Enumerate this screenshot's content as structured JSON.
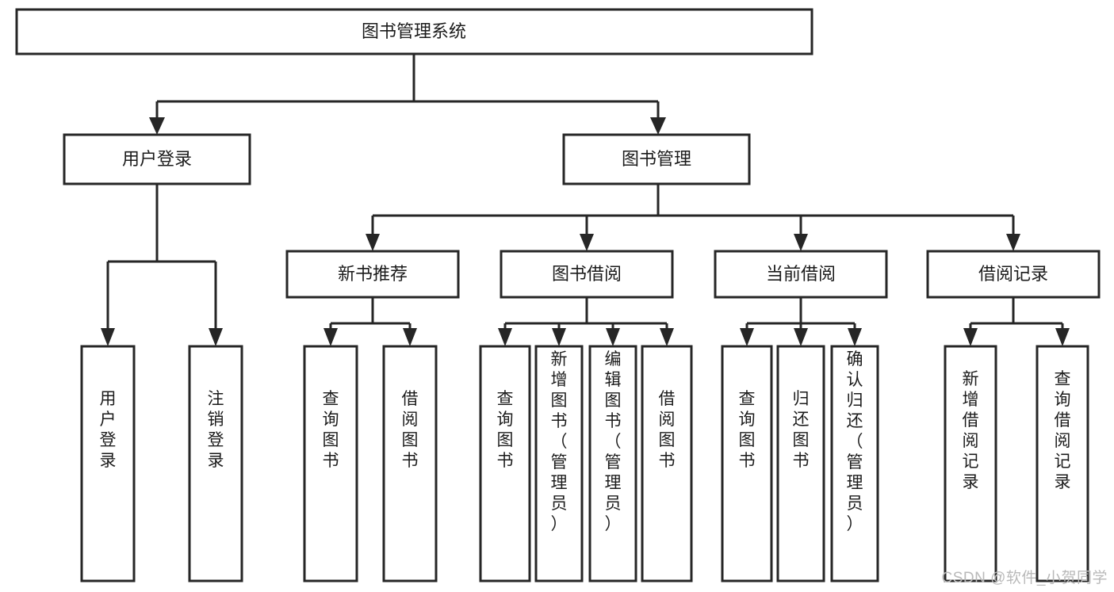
{
  "diagram": {
    "title": "图书管理系统",
    "type": "tree",
    "watermark": "CSDN @软件_小贺同学",
    "colors": {
      "stroke": "#262626",
      "fill": "#ffffff",
      "text": "#1b1b1b",
      "watermark": "#b9b9b9"
    },
    "root": {
      "id": "root",
      "label": "图书管理系统",
      "orientation": "horizontal"
    },
    "level2": [
      {
        "id": "user-login",
        "label": "用户登录",
        "orientation": "horizontal"
      },
      {
        "id": "book-management",
        "label": "图书管理",
        "orientation": "horizontal"
      }
    ],
    "level3": [
      {
        "id": "new-book-recommend",
        "label": "新书推荐",
        "orientation": "horizontal",
        "parent": "book-management"
      },
      {
        "id": "book-borrow",
        "label": "图书借阅",
        "orientation": "horizontal",
        "parent": "book-management"
      },
      {
        "id": "current-borrow",
        "label": "当前借阅",
        "orientation": "horizontal",
        "parent": "book-management"
      },
      {
        "id": "borrow-record",
        "label": "借阅记录",
        "orientation": "horizontal",
        "parent": "book-management"
      }
    ],
    "leaves": [
      {
        "id": "leaf-user-login",
        "label": "用户登录",
        "orientation": "vertical",
        "parent": "user-login"
      },
      {
        "id": "leaf-logout-login",
        "label": "注销登录",
        "orientation": "vertical",
        "parent": "user-login"
      },
      {
        "id": "leaf-query-book-1",
        "label": "查询图书",
        "orientation": "vertical",
        "parent": "new-book-recommend"
      },
      {
        "id": "leaf-borrow-book-1",
        "label": "借阅图书",
        "orientation": "vertical",
        "parent": "new-book-recommend"
      },
      {
        "id": "leaf-query-book-2",
        "label": "查询图书",
        "orientation": "vertical",
        "parent": "book-borrow"
      },
      {
        "id": "leaf-add-book",
        "label": "新增图书（管理员）",
        "orientation": "vertical",
        "parent": "book-borrow"
      },
      {
        "id": "leaf-edit-book",
        "label": "编辑图书（管理员）",
        "orientation": "vertical",
        "parent": "book-borrow"
      },
      {
        "id": "leaf-borrow-book-2",
        "label": "借阅图书",
        "orientation": "vertical",
        "parent": "book-borrow"
      },
      {
        "id": "leaf-query-book-3",
        "label": "查询图书",
        "orientation": "vertical",
        "parent": "current-borrow"
      },
      {
        "id": "leaf-return-book",
        "label": "归还图书",
        "orientation": "vertical",
        "parent": "current-borrow"
      },
      {
        "id": "leaf-confirm-return",
        "label": "确认归还（管理员）",
        "orientation": "vertical",
        "parent": "current-borrow"
      },
      {
        "id": "leaf-add-record",
        "label": "新增借阅记录",
        "orientation": "vertical",
        "parent": "borrow-record"
      },
      {
        "id": "leaf-query-record",
        "label": "查询借阅记录",
        "orientation": "vertical",
        "parent": "borrow-record"
      }
    ]
  }
}
